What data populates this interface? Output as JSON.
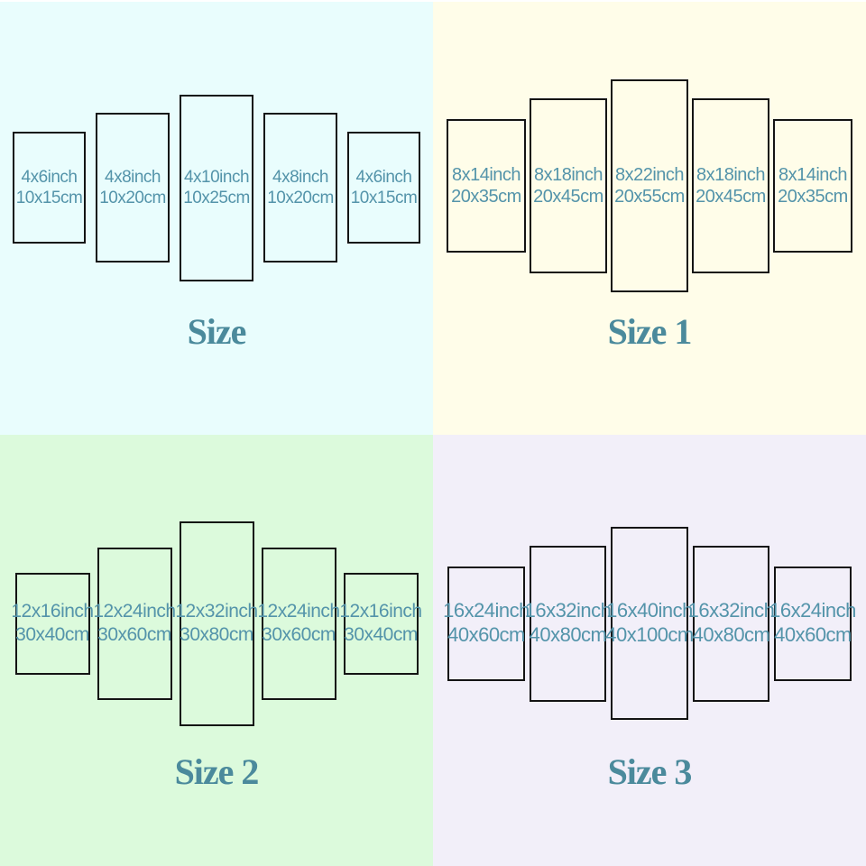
{
  "colors": {
    "quadrant_tl_bg": "#e9fdfd",
    "quadrant_tr_bg": "#fffde9",
    "quadrant_bl_bg": "#dcfadc",
    "quadrant_br_bg": "#f2eff9",
    "label_text": "#5494aa",
    "title_text": "#4b8a9c",
    "panel_border": "#141414"
  },
  "quadrants": [
    {
      "title": "Size",
      "panels": [
        {
          "inch": "4x6inch",
          "cm": "10x15cm"
        },
        {
          "inch": "4x8inch",
          "cm": "10x20cm"
        },
        {
          "inch": "4x10inch",
          "cm": "10x25cm"
        },
        {
          "inch": "4x8inch",
          "cm": "10x20cm"
        },
        {
          "inch": "4x6inch",
          "cm": "10x15cm"
        }
      ]
    },
    {
      "title": "Size 1",
      "panels": [
        {
          "inch": "8x14inch",
          "cm": "20x35cm"
        },
        {
          "inch": "8x18inch",
          "cm": "20x45cm"
        },
        {
          "inch": "8x22inch",
          "cm": "20x55cm"
        },
        {
          "inch": "8x18inch",
          "cm": "20x45cm"
        },
        {
          "inch": "8x14inch",
          "cm": "20x35cm"
        }
      ]
    },
    {
      "title": "Size 2",
      "panels": [
        {
          "inch": "12x16inch",
          "cm": "30x40cm"
        },
        {
          "inch": "12x24inch",
          "cm": "30x60cm"
        },
        {
          "inch": "12x32inch",
          "cm": "30x80cm"
        },
        {
          "inch": "12x24inch",
          "cm": "30x60cm"
        },
        {
          "inch": "12x16inch",
          "cm": "30x40cm"
        }
      ]
    },
    {
      "title": "Size 3",
      "panels": [
        {
          "inch": "16x24inch",
          "cm": "40x60cm"
        },
        {
          "inch": "16x32inch",
          "cm": "40x80cm"
        },
        {
          "inch": "16x40inch",
          "cm": "40x100cm"
        },
        {
          "inch": "16x32inch",
          "cm": "40x80cm"
        },
        {
          "inch": "16x24inch",
          "cm": "40x60cm"
        }
      ]
    }
  ]
}
